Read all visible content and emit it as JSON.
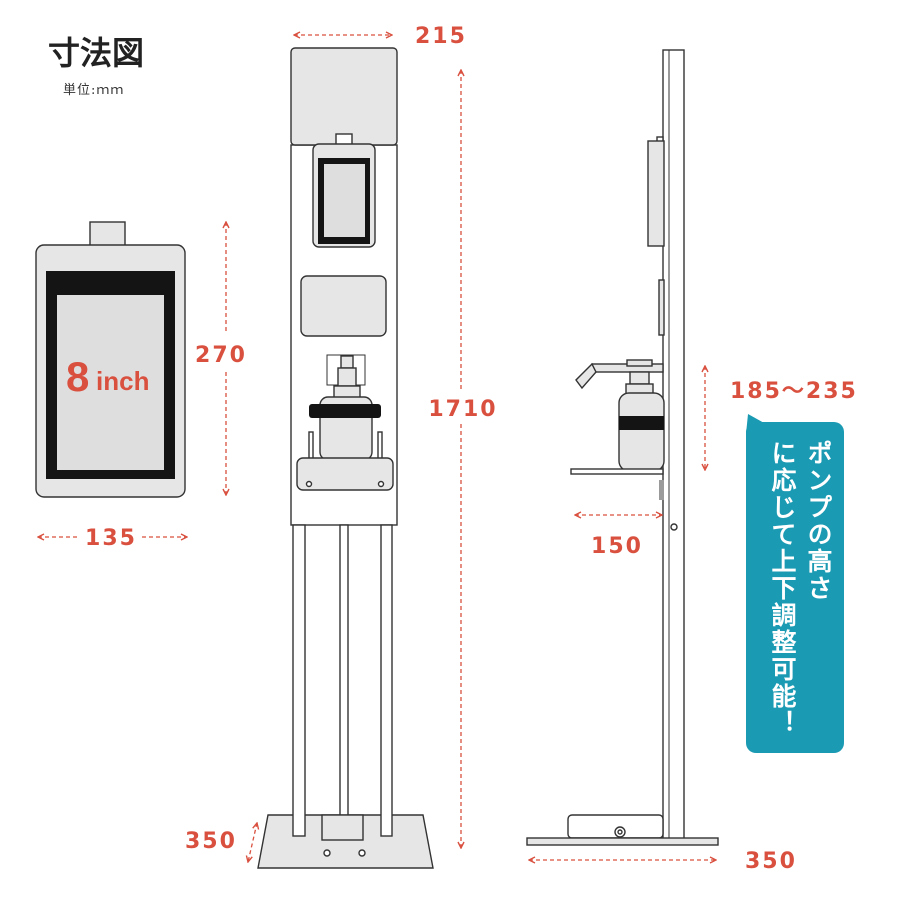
{
  "title": "寸法図",
  "unit": "単位:ｍｍ",
  "tablet": {
    "size_number": "8",
    "size_unit": "inch"
  },
  "dimensions": {
    "tablet_height": "270",
    "tablet_width": "135",
    "stand_width": "215",
    "stand_height": "1710",
    "base_depth_front": "350",
    "pump_height": "185〜235",
    "shelf_depth": "150",
    "base_depth_side": "350"
  },
  "callout": {
    "lines": [
      "ポンプの高さ",
      "に応じて上下調整可能！"
    ]
  },
  "colors": {
    "dimension": "#d9503f",
    "callout": "#1b9ab3",
    "panel_fill": "#e6e6e6",
    "outline": "#333333"
  }
}
